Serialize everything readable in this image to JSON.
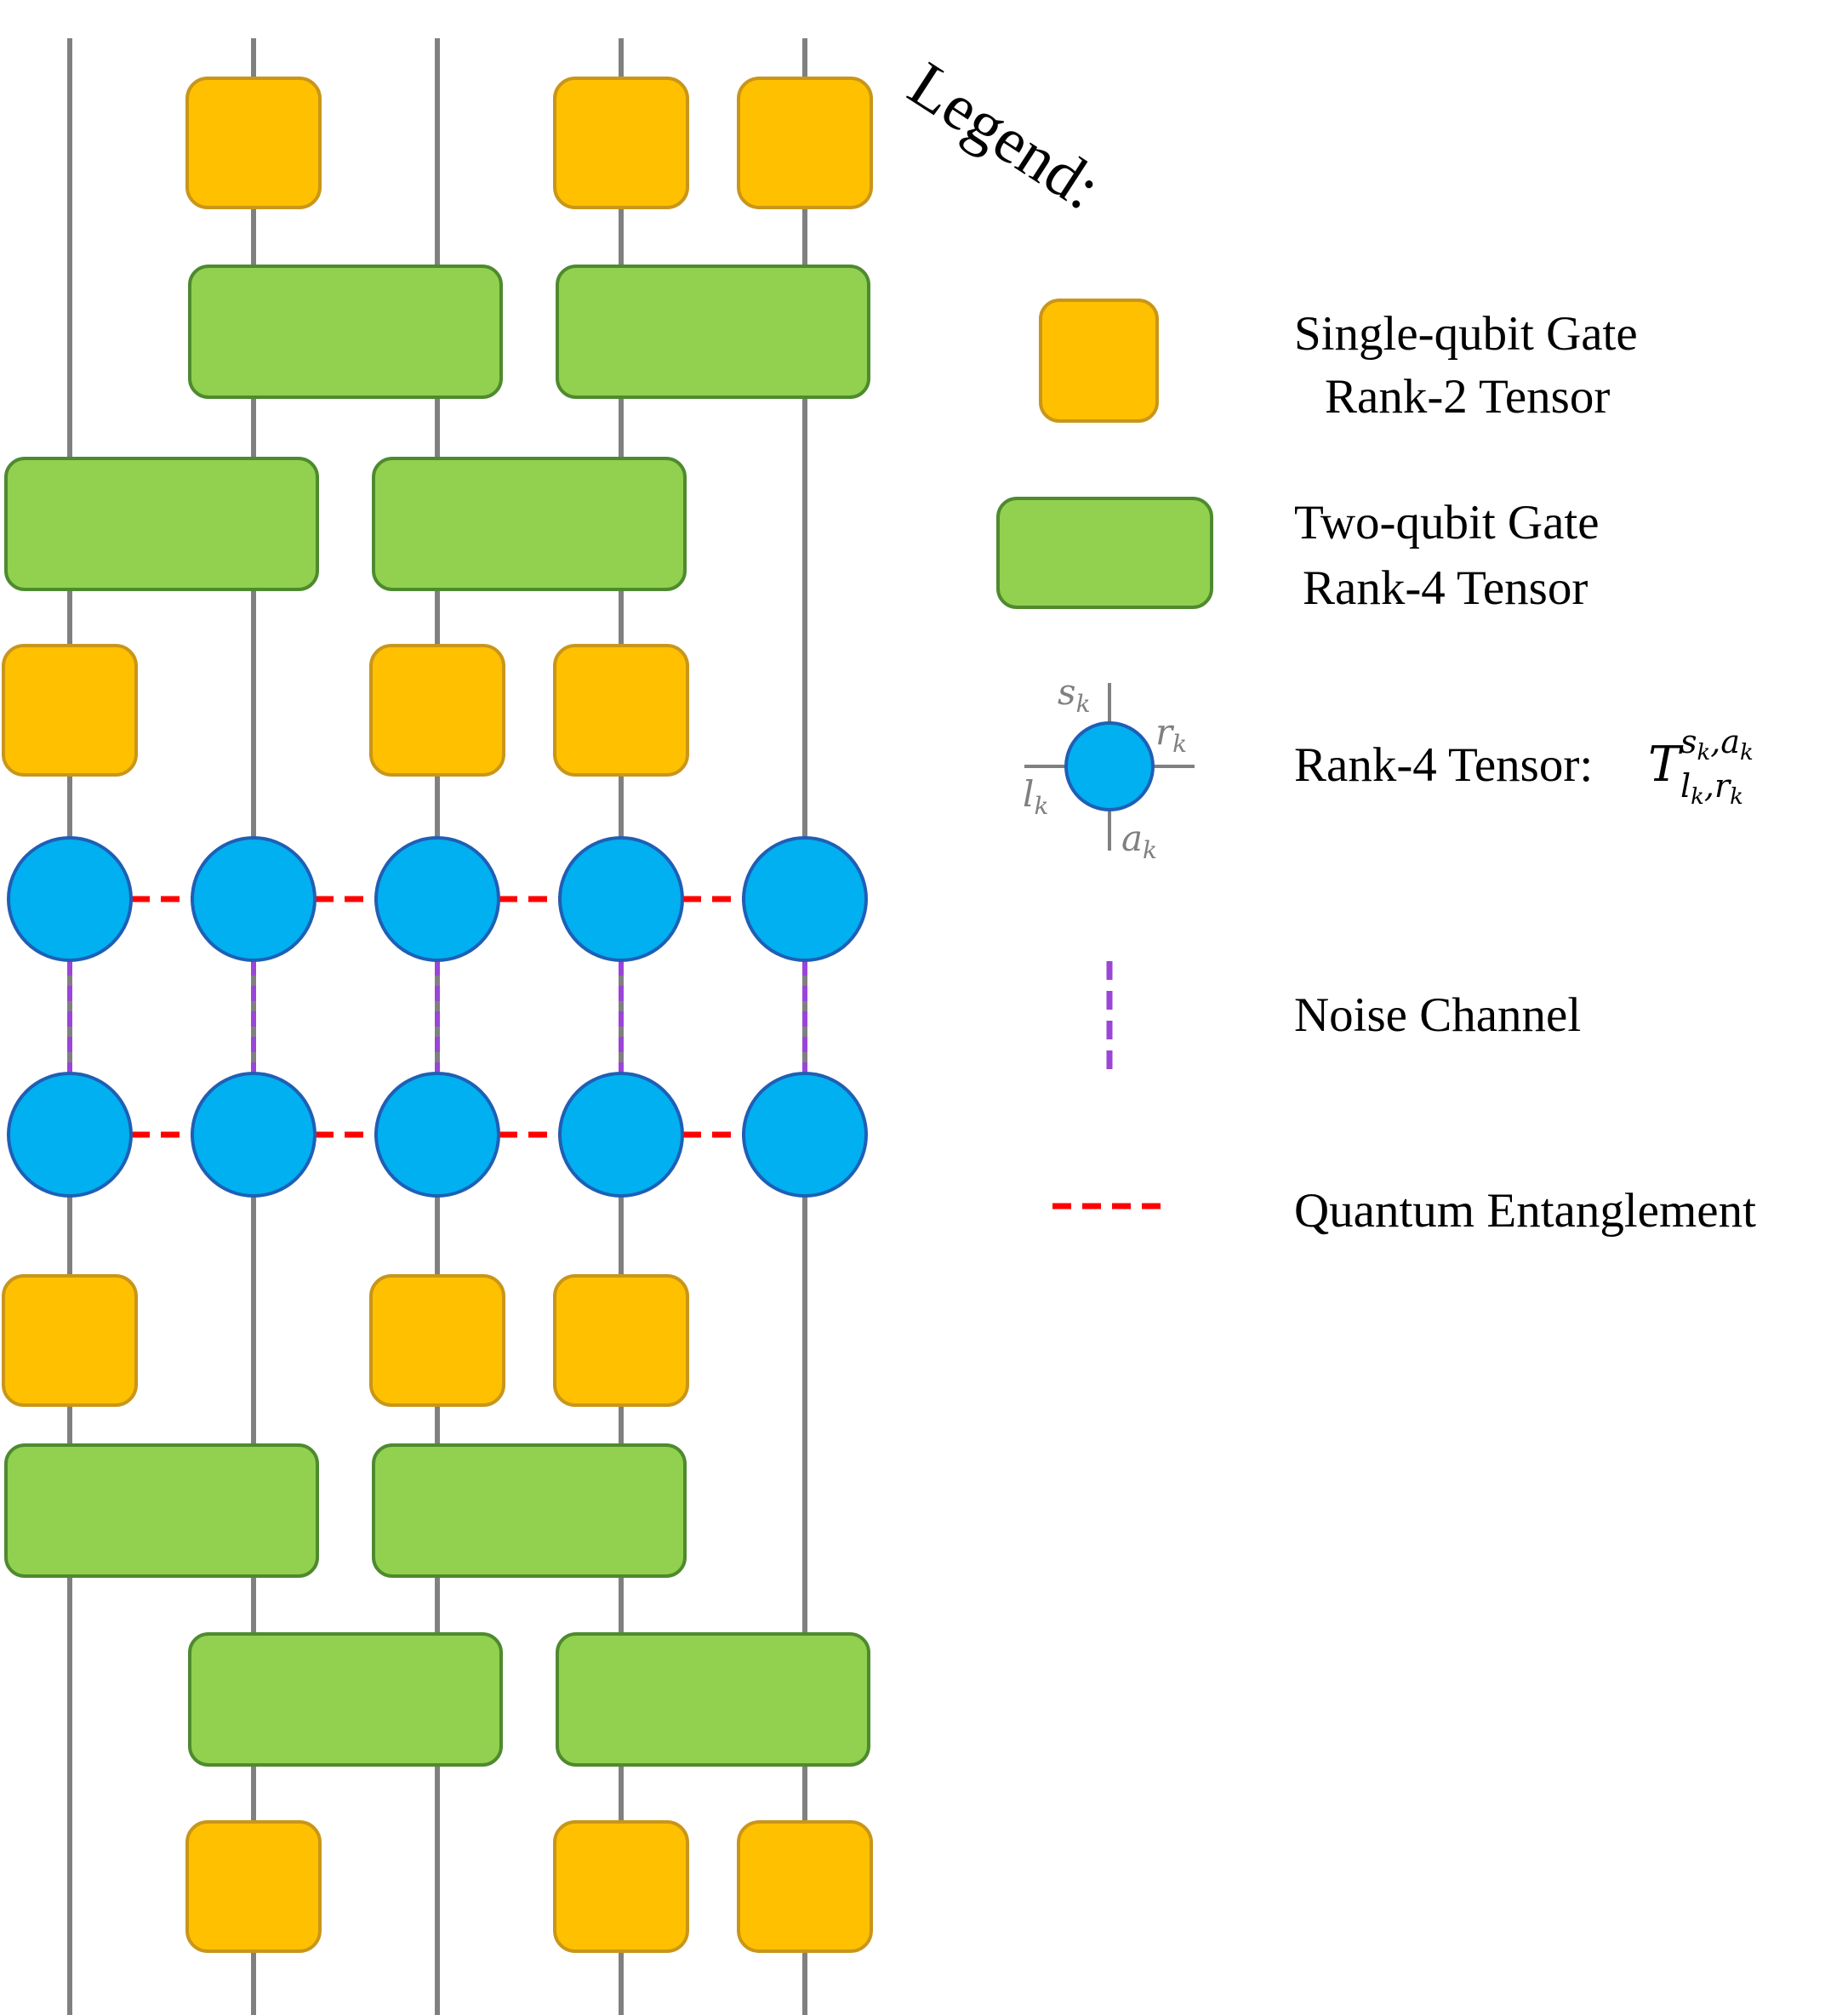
{
  "colors": {
    "wire": "#808080",
    "single_gate_fill": "#FFC000",
    "single_gate_stroke": "#C9961A",
    "two_gate_fill": "#92D050",
    "two_gate_stroke": "#4E8A2E",
    "tensor_fill": "#00B0F0",
    "tensor_stroke": "#1F5FB5",
    "entanglement": "#FF0000",
    "noise": "#9B45D8",
    "index_label": "#808080"
  },
  "legend": {
    "title": "Legend:",
    "single_gate": {
      "line1": "Single-qubit Gate",
      "line2": "Rank-2 Tensor"
    },
    "two_gate": {
      "line1": "Two-qubit Gate",
      "line2": "Rank-4 Tensor"
    },
    "tensor": {
      "label_prefix": "Rank-4 Tensor: ",
      "T": "T",
      "superscript": "s",
      "superscript_sub": "k",
      "superscript_2": ",a",
      "superscript_2_sub": "k",
      "subscript": "l",
      "subscript_sub": "k",
      "subscript_2": ",r",
      "subscript_2_sub": "k",
      "index_s": "s",
      "index_r": "r",
      "index_l": "l",
      "index_a": "a",
      "index_sub": "k"
    },
    "noise": "Noise Channel",
    "entanglement": "Quantum Entanglement"
  },
  "circuit": {
    "qubits": 5,
    "layers": [
      {
        "type": "single",
        "qubits": [
          1,
          3,
          4
        ]
      },
      {
        "type": "two",
        "pairs": [
          [
            1,
            2
          ],
          [
            3,
            4
          ]
        ]
      },
      {
        "type": "two",
        "pairs": [
          [
            0,
            1
          ],
          [
            2,
            3
          ]
        ]
      },
      {
        "type": "single",
        "qubits": [
          0,
          2,
          3
        ]
      },
      {
        "type": "tensor-row",
        "qubits": [
          0,
          1,
          2,
          3,
          4
        ]
      },
      {
        "type": "tensor-row",
        "qubits": [
          0,
          1,
          2,
          3,
          4
        ]
      },
      {
        "type": "single",
        "qubits": [
          0,
          2,
          3
        ]
      },
      {
        "type": "two",
        "pairs": [
          [
            0,
            1
          ],
          [
            2,
            3
          ]
        ]
      },
      {
        "type": "two",
        "pairs": [
          [
            1,
            2
          ],
          [
            3,
            4
          ]
        ]
      },
      {
        "type": "single",
        "qubits": [
          1,
          3,
          4
        ]
      }
    ]
  }
}
